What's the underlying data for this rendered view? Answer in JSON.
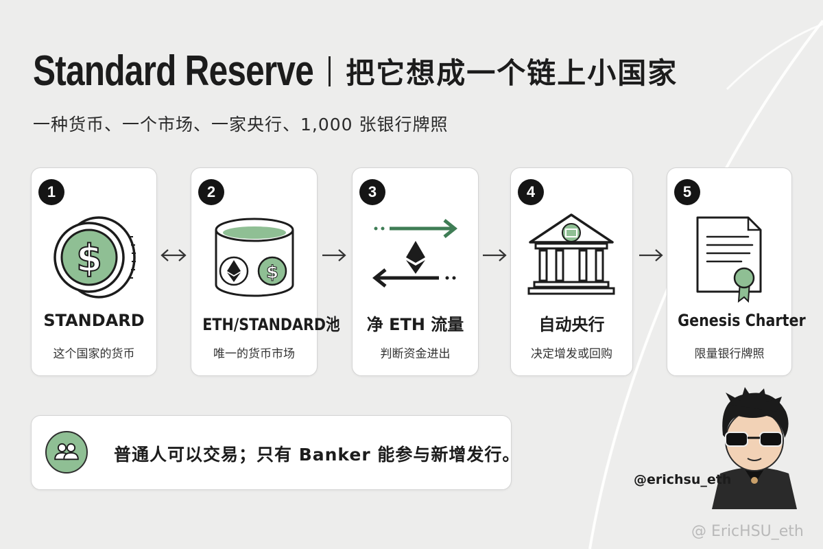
{
  "header": {
    "title_en": "Standard Reserve",
    "title_zh": "把它想成一个链上小国家",
    "subtitle": "一种货币、一个市场、一家央行、1,000 张银行牌照"
  },
  "steps": [
    {
      "number": "1",
      "title": "STANDARD",
      "subtitle": "这个国家的货币",
      "icon": "dollar-coin-icon"
    },
    {
      "number": "2",
      "title": "ETH/STANDARD池",
      "subtitle": "唯一的货币市场",
      "icon": "liquidity-pool-icon"
    },
    {
      "number": "3",
      "title": "净 ETH 流量",
      "subtitle": "判断资金进出",
      "icon": "eth-flow-icon"
    },
    {
      "number": "4",
      "title": "自动央行",
      "subtitle": "决定增发或回购",
      "icon": "central-bank-icon"
    },
    {
      "number": "5",
      "title": "Genesis Charter",
      "subtitle": "限量银行牌照",
      "icon": "charter-certificate-icon"
    }
  ],
  "connectors": [
    "↔",
    "→",
    "→",
    "→"
  ],
  "footer_note": {
    "text": "普通人可以交易；只有 Banker 能参与新增发行。",
    "icon": "people-icon"
  },
  "author": {
    "handle": "@erichsu_eth",
    "watermark": "@ EricHSU_eth"
  },
  "colors": {
    "accent_green": "#8fbf94",
    "dark_green": "#3f7d55",
    "background": "#ededec",
    "card": "#ffffff",
    "ink": "#1c1c1c"
  }
}
